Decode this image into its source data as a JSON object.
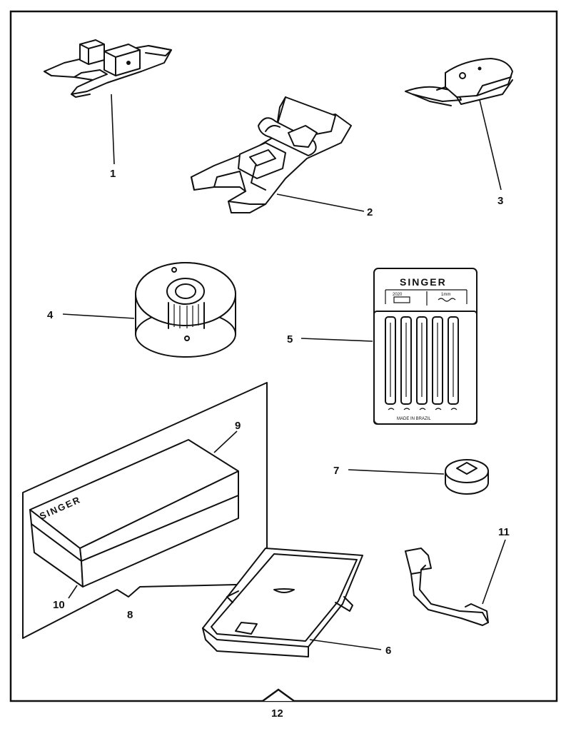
{
  "callouts": {
    "c1": "1",
    "c2": "2",
    "c3": "3",
    "c4": "4",
    "c5": "5",
    "c6": "6",
    "c7": "7",
    "c8": "8",
    "c9": "9",
    "c10": "10",
    "c11": "11",
    "c12": "12"
  },
  "brand": {
    "needle_pack": "SINGER",
    "box_lid": "SINGER"
  },
  "needle_pack": {
    "left_label": "2020",
    "right_label": "1mm",
    "footer": "MADE IN BRAZIL"
  }
}
